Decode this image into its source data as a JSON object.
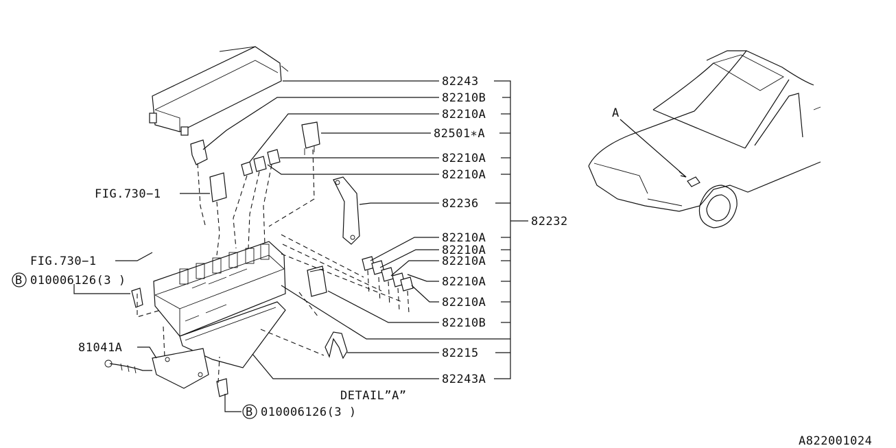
{
  "callouts": {
    "c82243": "82243",
    "c82210B_top": "82210B",
    "c82210A_1": "82210A",
    "c82501A": "82501∗A",
    "c82210A_2": "82210A",
    "c82210A_3": "82210A",
    "c82236": "82236",
    "c82232": "82232",
    "c82210A_4": "82210A",
    "c82210A_5": "82210A",
    "c82210A_6": "82210A",
    "c82210A_7": "82210A",
    "c82210A_8": "82210A",
    "c82210B_bottom": "82210B",
    "c82215": "82215",
    "c82243A": "82243A"
  },
  "references": {
    "fig_upper": "FIG.730−1",
    "fig_lower": "FIG.730−1",
    "bolt_upper_symbol": "B",
    "bolt_upper_code": "010006126(3 )",
    "bolt_lower_symbol": "B",
    "bolt_lower_code": "010006126(3 )",
    "bracket": "81041A"
  },
  "detail": {
    "caption": "DETAIL”A”",
    "car_marker": "A"
  },
  "diagram_id": "A822001024"
}
